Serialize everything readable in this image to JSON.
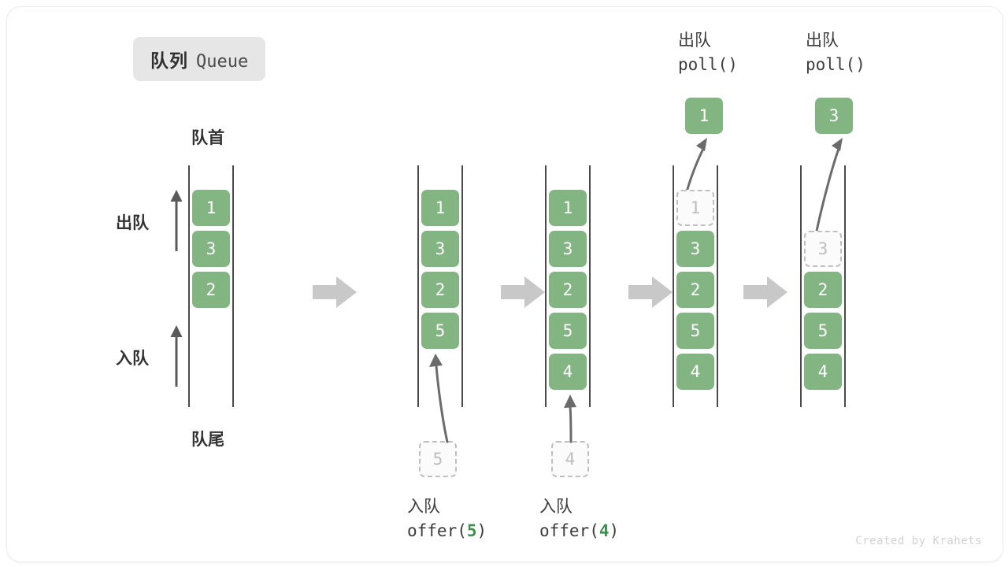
{
  "title": {
    "cn": "队列",
    "en": "Queue"
  },
  "labels": {
    "front": "队首",
    "rear": "队尾",
    "dequeue_side": "出队",
    "enqueue_side": "入队"
  },
  "colors": {
    "box_fill": "#82b582",
    "box_text": "#ffffff",
    "ghost_border": "#c0c0c0",
    "ghost_text": "#bdbdbd",
    "rail": "#4a4a4a",
    "step_arrow": "#c8c8c8",
    "badge_bg": "#e6e6e6",
    "code_accent": "#3f8f4f"
  },
  "steps": [
    {
      "id": "initial",
      "items": [
        "1",
        "3",
        "2"
      ],
      "ghost_index": null,
      "capacity": 6,
      "operation": null,
      "popped": null
    },
    {
      "id": "after-offer-5",
      "items": [
        "1",
        "3",
        "2",
        "5"
      ],
      "ghost_index": null,
      "capacity": 6,
      "operation": {
        "cn": "入队",
        "code_prefix": "offer(",
        "code_value": "5",
        "code_suffix": ")",
        "incoming": "5"
      },
      "popped": null
    },
    {
      "id": "after-offer-4",
      "items": [
        "1",
        "3",
        "2",
        "5",
        "4"
      ],
      "ghost_index": null,
      "capacity": 6,
      "operation": {
        "cn": "入队",
        "code_prefix": "offer(",
        "code_value": "4",
        "code_suffix": ")",
        "incoming": "4"
      },
      "popped": null
    },
    {
      "id": "after-poll-1",
      "items": [
        "1",
        "3",
        "2",
        "5",
        "4"
      ],
      "ghost_index": 0,
      "capacity": 6,
      "operation": {
        "cn": "出队",
        "code_prefix": "poll(",
        "code_value": "",
        "code_suffix": ")"
      },
      "popped": "1"
    },
    {
      "id": "after-poll-3",
      "items": [
        "",
        "3",
        "2",
        "5",
        "4"
      ],
      "ghost_index": 1,
      "capacity": 6,
      "operation": {
        "cn": "出队",
        "code_prefix": "poll(",
        "code_value": "",
        "code_suffix": ")"
      },
      "popped": "3"
    }
  ],
  "columns": {
    "c1": {
      "v0": "1",
      "v1": "3",
      "v2": "2"
    },
    "c2": {
      "v0": "1",
      "v1": "3",
      "v2": "2",
      "v3": "5"
    },
    "c3": {
      "v0": "1",
      "v1": "3",
      "v2": "2",
      "v3": "5",
      "v4": "4"
    },
    "c4": {
      "v0": "1",
      "v1": "3",
      "v2": "2",
      "v3": "5",
      "v4": "4"
    },
    "c5": {
      "v1": "3",
      "v2": "2",
      "v3": "5",
      "v4": "4"
    }
  },
  "incoming": {
    "first": "5",
    "second": "4"
  },
  "popped_boxes": {
    "first": "1",
    "second": "3"
  },
  "bottom_ops": [
    {
      "cn": "入队",
      "prefix": "offer(",
      "value": "5",
      "suffix": ")"
    },
    {
      "cn": "入队",
      "prefix": "offer(",
      "value": "4",
      "suffix": ")"
    }
  ],
  "top_ops": [
    {
      "cn": "出队",
      "code": "poll()"
    },
    {
      "cn": "出队",
      "code": "poll()"
    }
  ],
  "watermark": "Created by Krahets"
}
